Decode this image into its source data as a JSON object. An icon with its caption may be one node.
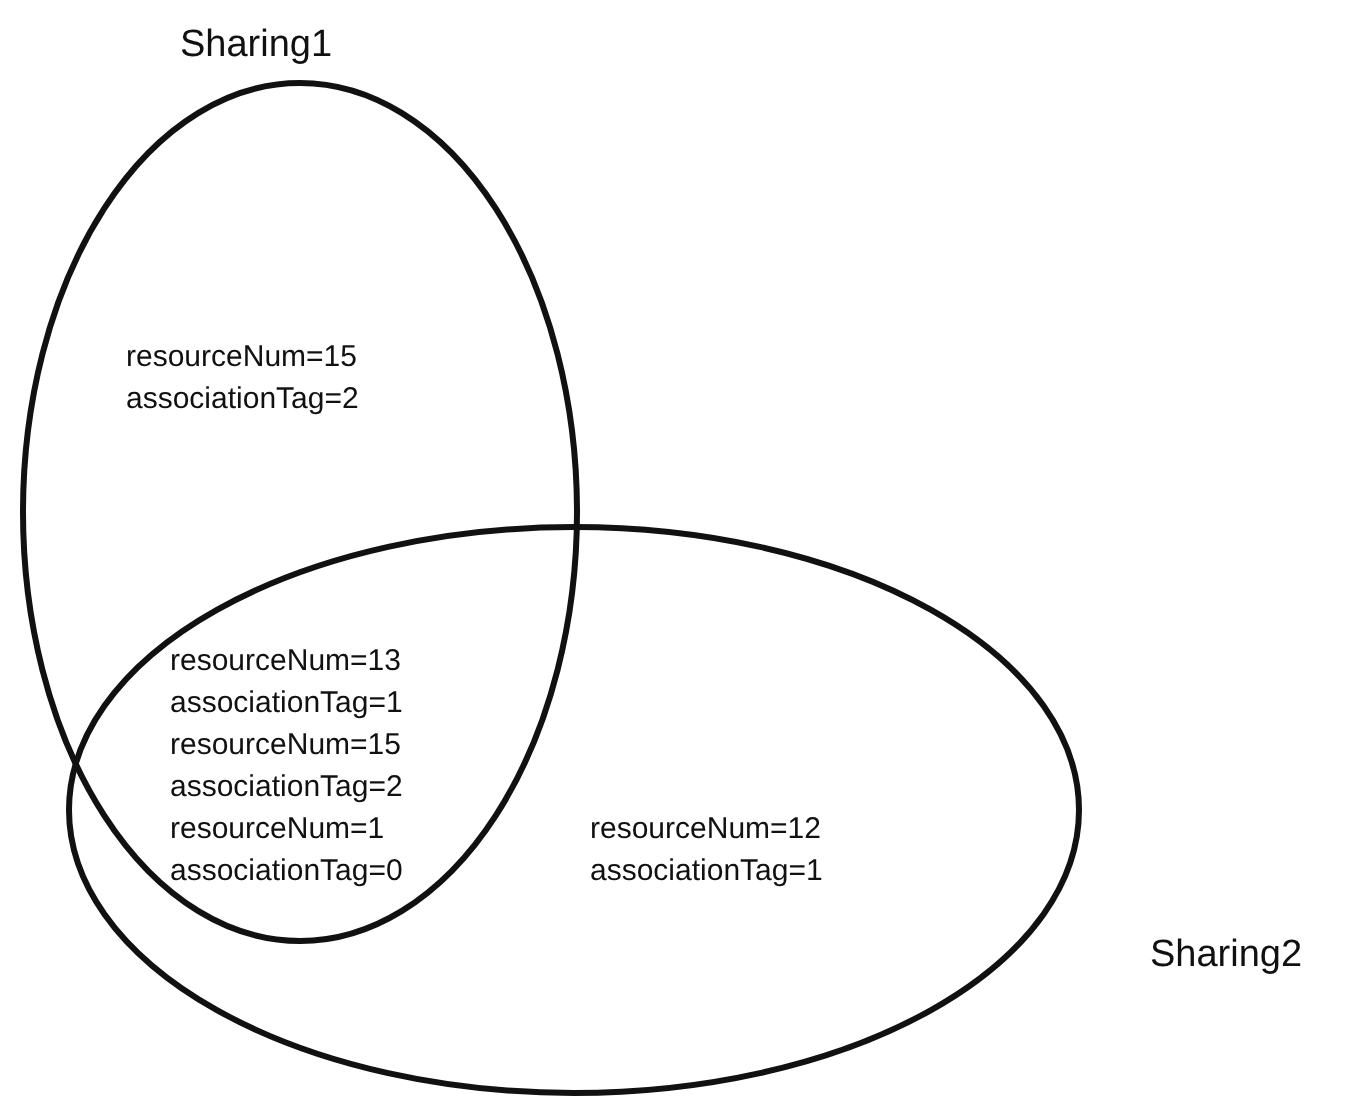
{
  "diagram": {
    "nodes": [
      {
        "text": [
          "Sharing1",
          "resourceNum=15 associationTag=2"
        ]
      },
      {
        "text": [
          "Sharing2",
          "resourceNum=12 associationTag=1"
        ]
      }
    ],
    "labels": [
      "resourceNum=13 associationTag=1 resourceNum=15 associationTag=2 resourceNum=1 associationTag=0"
    ]
  }
}
